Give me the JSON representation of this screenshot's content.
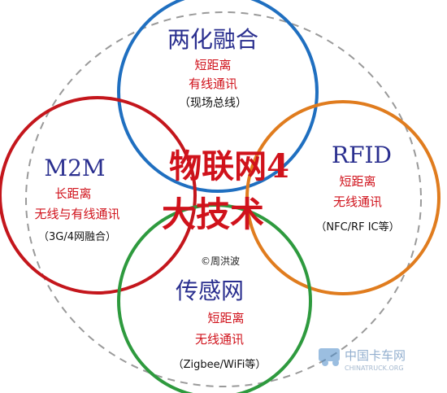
{
  "center": {
    "line1": "物联网4",
    "line2": "大技术"
  },
  "top": {
    "title": "两化融合",
    "line1": "短距离",
    "line2": "有线通讯",
    "line3": "（现场总线）"
  },
  "right": {
    "title": "RFID",
    "line1": "短距离",
    "line2": "无线通讯",
    "line3": "（NFC/RF IC等）"
  },
  "left": {
    "title": "M2M",
    "line1": "长距离",
    "line2": "无线与有线通讯",
    "line3": "（3G/4网融合）"
  },
  "bottom": {
    "title": "传感网",
    "line1": "短距离",
    "line2": "无线通讯",
    "line3": "（Zigbee/WiFi等）"
  },
  "copyright": "©周洪波",
  "watermark": {
    "logo_text": "中国卡车网",
    "url_text": "CHINATRUCK.ORG"
  },
  "colors": {
    "blue": "#1f6fc0",
    "orange": "#e07c1e",
    "red": "#c4161c",
    "green": "#2e9a3e",
    "title": "#2a2f8f",
    "center": "#d0121b",
    "dash": "#9a9a9a"
  }
}
